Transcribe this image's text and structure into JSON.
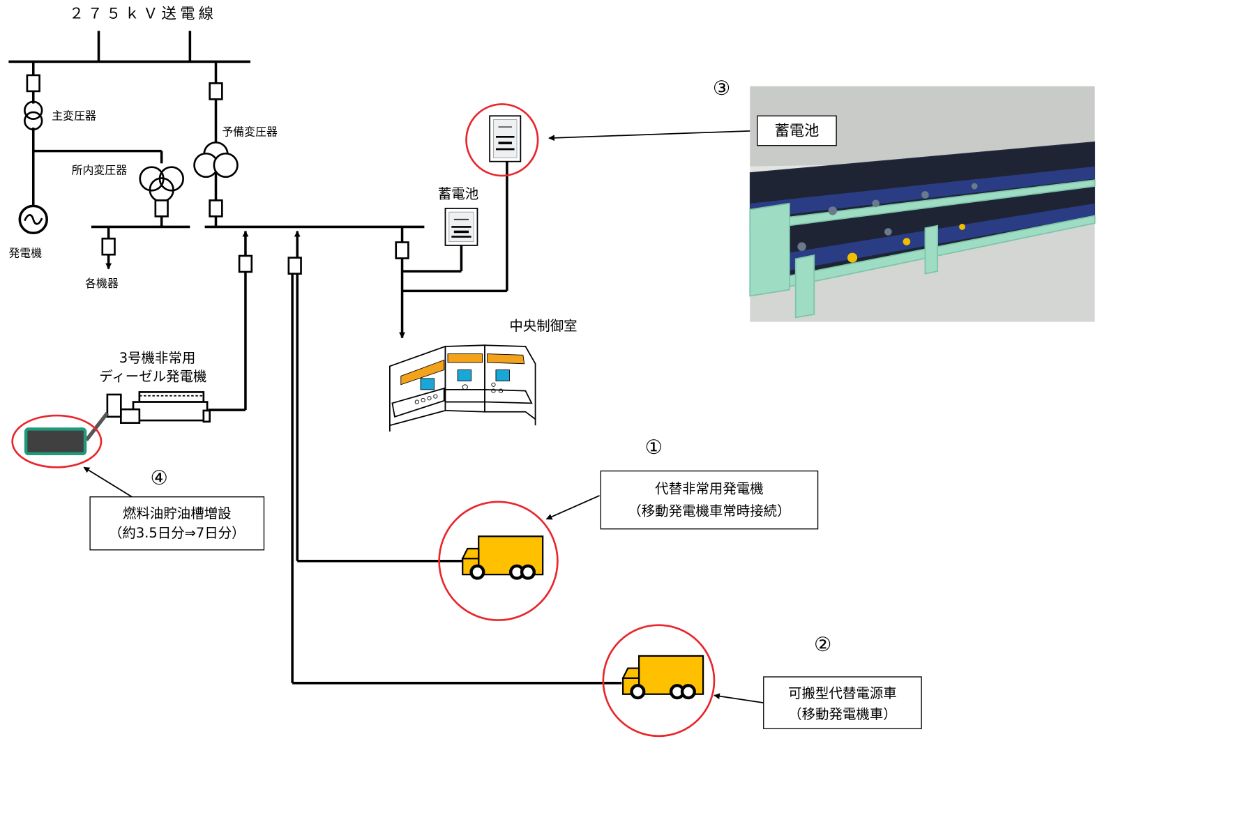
{
  "title": "２７５ｋＶ送電線",
  "labels": {
    "main_transformer": "主変圧器",
    "generator": "発電機",
    "house_transformer": "所内変圧器",
    "reserve_transformer": "予備変圧器",
    "equipment": "各機器",
    "battery_local": "蓄電池",
    "control_room": "中央制御室",
    "diesel_line1": "3号機非常用",
    "diesel_line2": "ディーゼル発電機"
  },
  "callouts": {
    "c1": {
      "number": "①",
      "line1": "代替非常用発電機",
      "line2": "（移動発電機車常時接続）"
    },
    "c2": {
      "number": "②",
      "line1": "可搬型代替電源車",
      "line2": "（移動発電機車）"
    },
    "c3": {
      "number": "③",
      "label": "蓄電池"
    },
    "c4": {
      "number": "④",
      "line1": "燃料油貯油槽増設",
      "line2": "（約3.5日分⇒7日分）"
    }
  },
  "colors": {
    "line": "#000000",
    "highlight_circle": "#e8262b",
    "truck_body": "#ffc000",
    "tank_fill": "#404040",
    "tank_border": "#1f9a7a",
    "panel_top": "#f3a21b",
    "screen": "#1aa7d8"
  },
  "icons": [
    "transformer-icon",
    "generator-icon",
    "breaker-icon",
    "battery-icon",
    "truck-icon",
    "control-panel-icon",
    "fuel-tank-icon",
    "diesel-generator-icon"
  ]
}
